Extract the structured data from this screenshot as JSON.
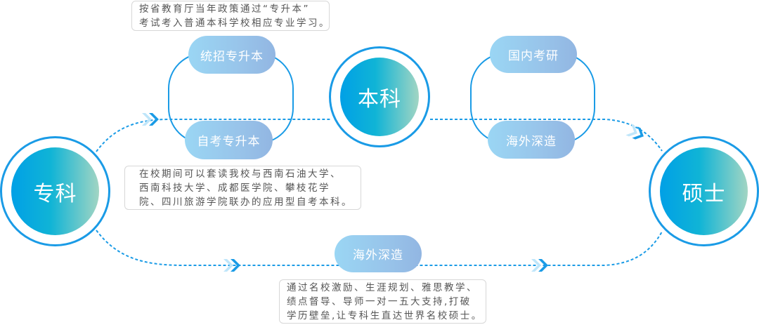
{
  "nodes": {
    "zhuanke": "专科",
    "benke": "本科",
    "shuoshi": "硕士"
  },
  "pills": {
    "tongzhao": "统招专升本",
    "zikao": "自考专升本",
    "guonei": "国内考研",
    "haiwai_right": "海外深造",
    "haiwai_bottom": "海外深造"
  },
  "notes": {
    "top": [
      "按省教育厅当年政策通过“专升本”",
      "考试考入普通本科学校相应专业学习。"
    ],
    "middle": [
      "在校期间可以套读我校与西南石油大学、",
      "西南科技大学、成都医学院、攀枝花学",
      "院、四川旅游学院联办的应用型自考本科。"
    ],
    "bottom": [
      "通过名校激励、生涯规划、雅思教学、",
      "绩点督导、导师一对一五大支持,打破",
      "学历壁垒,让专科生直达世界名校硕士。"
    ]
  },
  "colors": {
    "line": "#1a9be6",
    "accent": "#00a0e6"
  }
}
